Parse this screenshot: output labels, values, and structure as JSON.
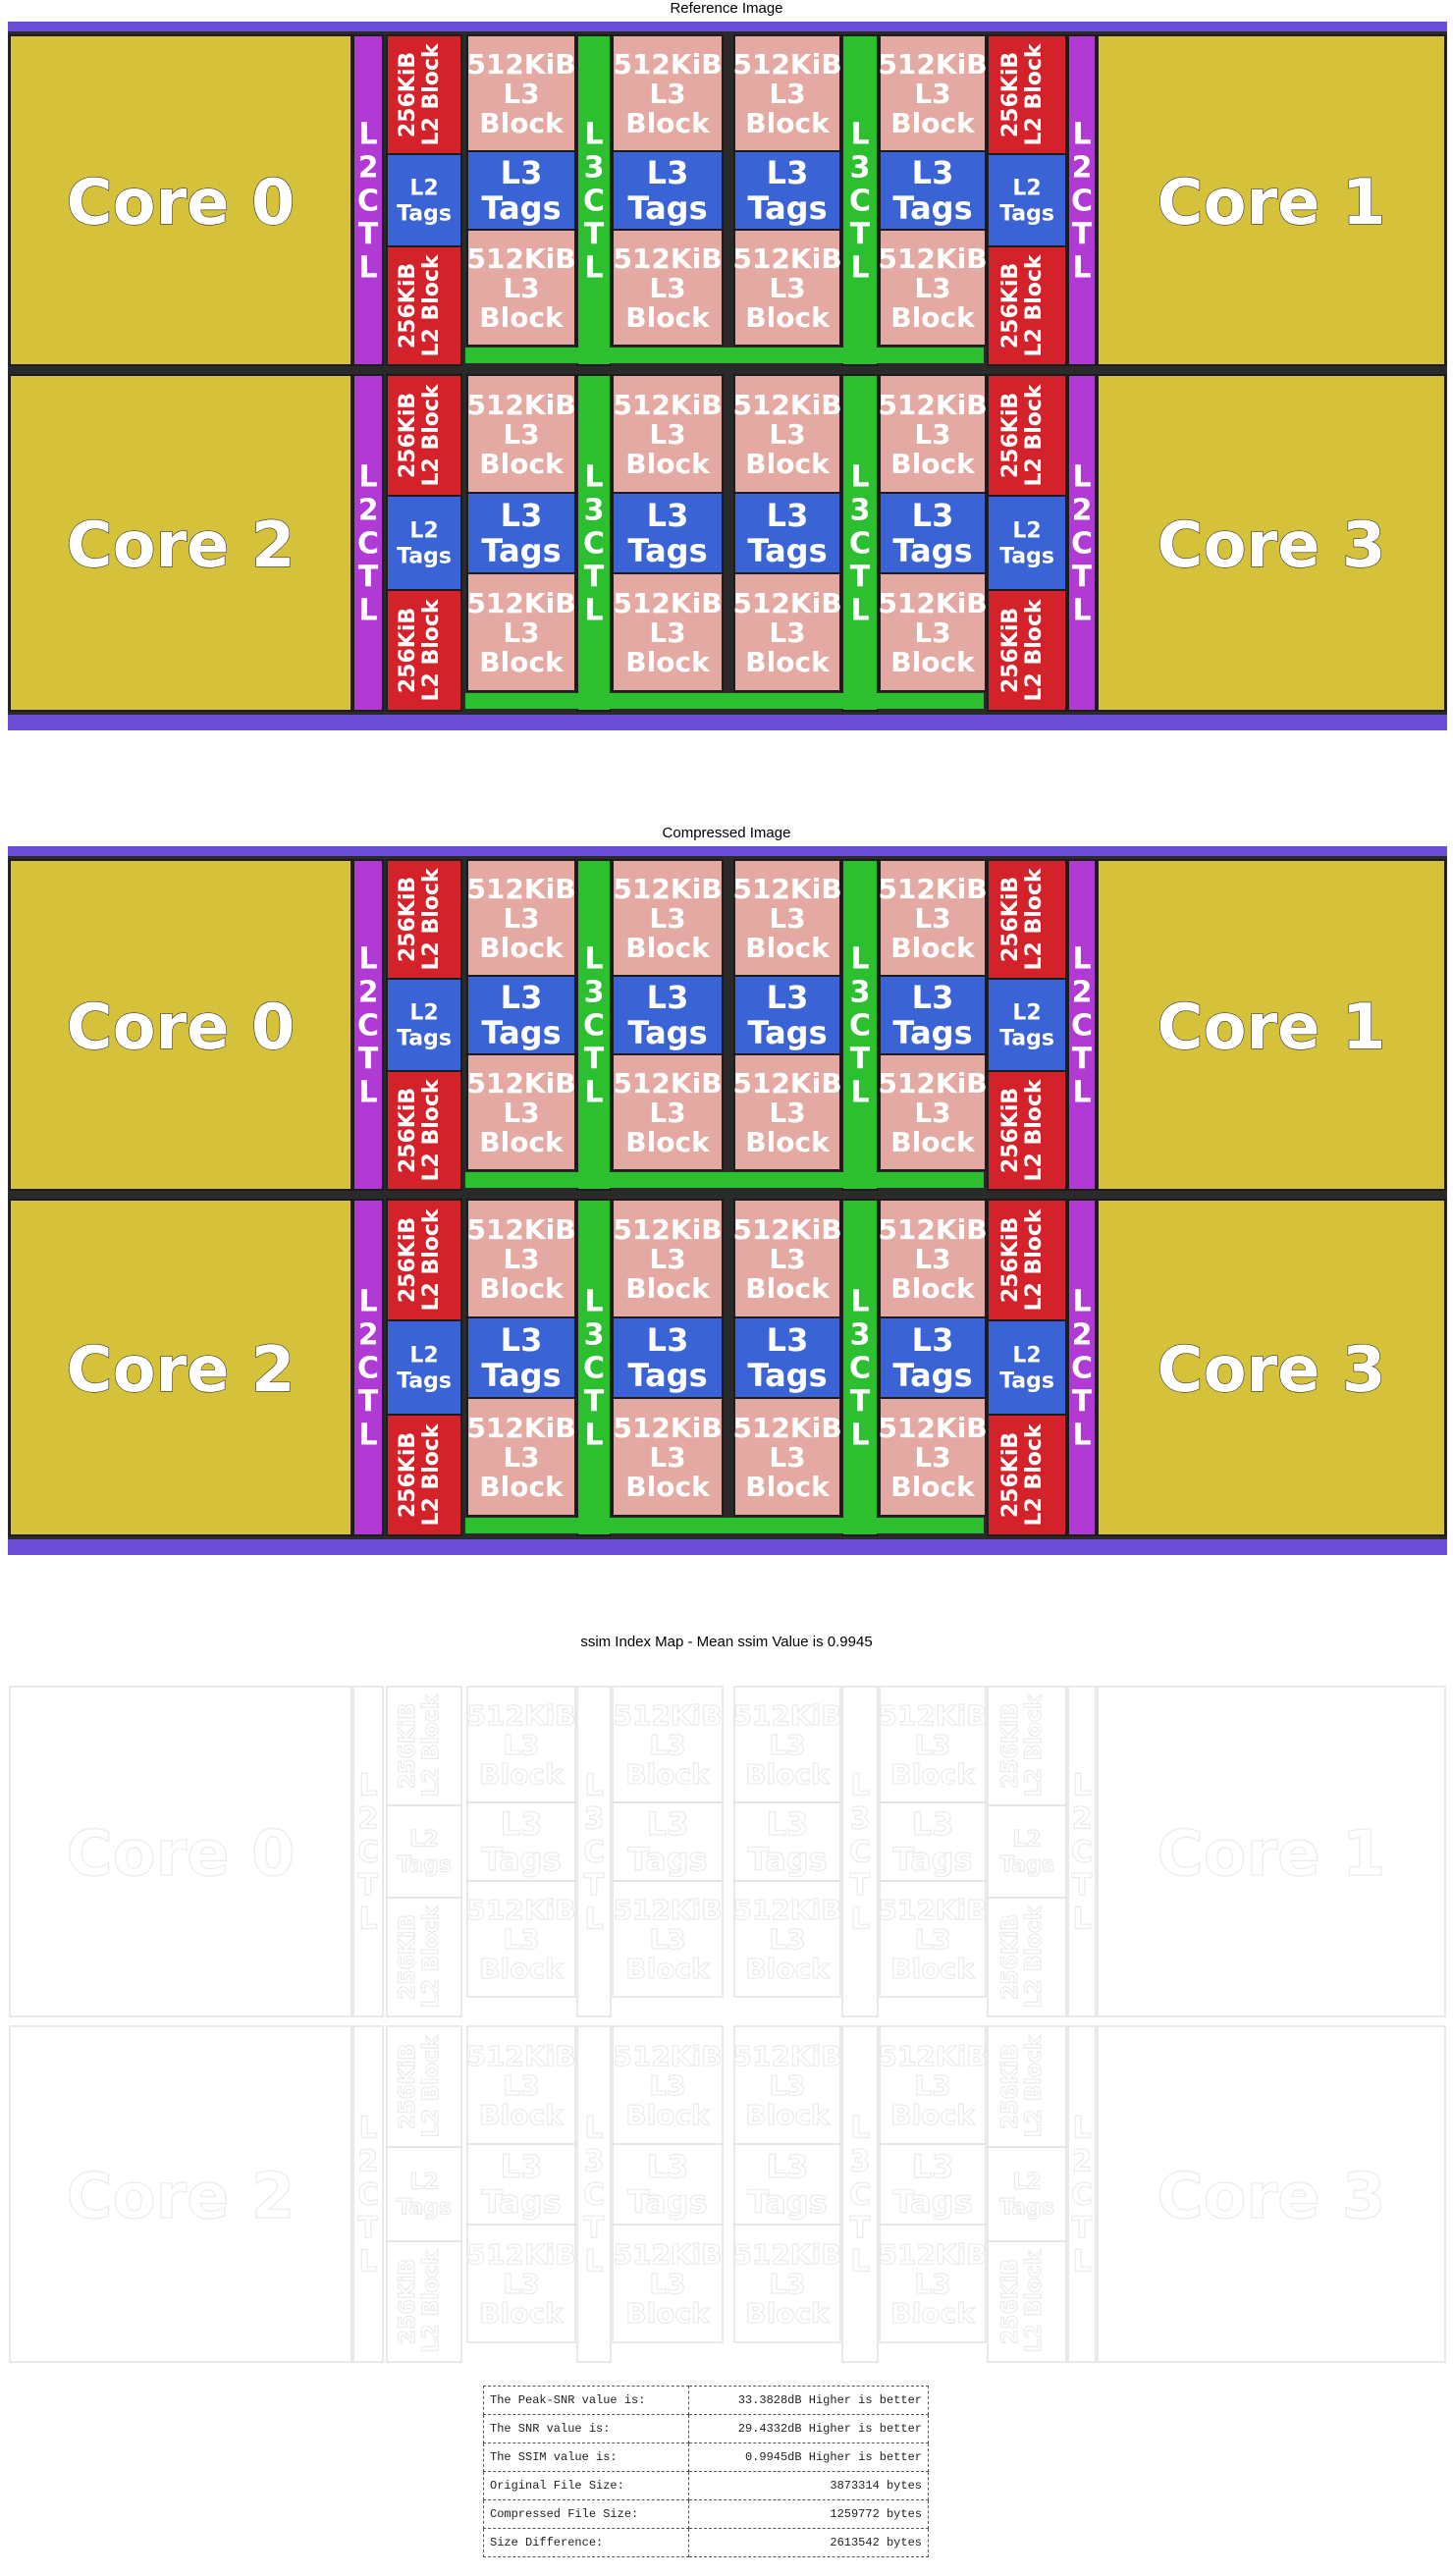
{
  "panels": {
    "reference_title": "Reference Image",
    "compressed_title": "Compressed Image",
    "ssim_title": "ssim Index Map - Mean ssim Value is 0.9945"
  },
  "die": {
    "cores": [
      "Core 0",
      "Core 1",
      "Core 2",
      "Core 3"
    ],
    "l2_ctl_letters": [
      "L",
      "2",
      "C",
      "T",
      "L"
    ],
    "l3_ctl_letters": [
      "L",
      "3",
      "C",
      "T",
      "L"
    ],
    "l2_block": [
      "256KiB",
      "L2 Block"
    ],
    "l2_tags": [
      "L2",
      "Tags"
    ],
    "l3_block": [
      "512KiB",
      "L3",
      "Block"
    ],
    "l3_tags": [
      "L3",
      "Tags"
    ],
    "colors": {
      "core": "#d6c23a",
      "l2_ctl": "#b13ad4",
      "l2_block": "#d4222a",
      "l2_tags": "#3a63d6",
      "l3_block": "#e4a9a2",
      "l3_tags": "#3a63d6",
      "l3_ctl": "#2cbf2f",
      "io_strip": "#6a4fd6"
    }
  },
  "stats": [
    {
      "label": "The Peak-SNR value is:",
      "value": "33.3828dB Higher is better"
    },
    {
      "label": "The SNR value is:",
      "value": "29.4332dB Higher is better"
    },
    {
      "label": "The SSIM value is:",
      "value": "0.9945dB Higher is better"
    },
    {
      "label": "Original File Size:",
      "value": "3873314 bytes"
    },
    {
      "label": "Compressed File Size:",
      "value": "1259772 bytes"
    },
    {
      "label": "Size Difference:",
      "value": "2613542 bytes"
    }
  ]
}
